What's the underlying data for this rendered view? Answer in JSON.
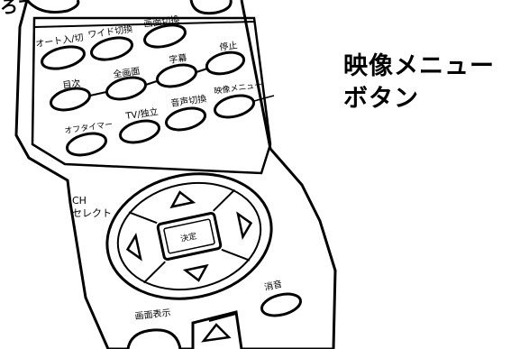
{
  "remote": {
    "top_partial_text": "ろできます。",
    "row1": {
      "auto_in_out": "オート入/切",
      "wide_switch": "ワイド切換",
      "picture_switch": "画面切換"
    },
    "row2": {
      "contents": "目次",
      "all_screen": "全画面",
      "subtitle": "字幕",
      "stop": "停止"
    },
    "row3": {
      "off_timer": "オフタイマー",
      "tv_standalone": "TV/独立",
      "audio_switch": "音声切換",
      "video_menu": "映像メニュー"
    },
    "dpad": {
      "ch_select_line1": "CH",
      "ch_select_line2": "セレクト",
      "enter": "決定",
      "arrows": [
        "up-arrow-icon",
        "down-arrow-icon",
        "left-arrow-icon",
        "right-arrow-icon"
      ]
    },
    "bottom": {
      "screen_display": "画面表示",
      "mute": "消音"
    }
  },
  "callout": {
    "line1": "映像メニュー",
    "line2": "ボタン"
  }
}
